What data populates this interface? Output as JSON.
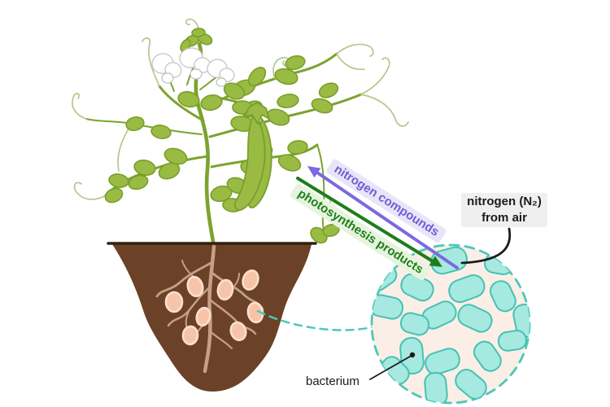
{
  "labels": {
    "nitrogen_compounds": "nitrogen compounds",
    "photosynthesis_products": "photosynthesis products",
    "nitrogen_from_air": {
      "line1": "nitrogen (N₂)",
      "line2": "from air"
    },
    "bacterium": "bacterium"
  },
  "colors": {
    "bg": "#ffffff",
    "leaf_fill": "#9abb43",
    "leaf_stroke": "#789f2a",
    "stem": "#7ca32e",
    "tendril": "#b5c78c",
    "flower_stroke": "#c2c5c9",
    "flower_blush": "#dde9bf",
    "soil": "#6b4127",
    "soil_line": "#332013",
    "root": "#c6a085",
    "nodule_fill": "#f7c4a8",
    "nodule_stroke": "#fbdfcd",
    "circle_fill": "#faeee7",
    "teal": "#4cc8b8",
    "bact_fill": "#a6e9e0",
    "bact_stroke": "#45c2b2",
    "purple": "#7b6ae0",
    "purple_text": "#6f5ed6",
    "purple_bg": "#e7e5f7",
    "green": "#1e7d1a",
    "green_text": "#1e7d1a",
    "green_bg": "#e6f4de",
    "ink": "#1b1b1b",
    "label_box_bg": "#efefef"
  }
}
